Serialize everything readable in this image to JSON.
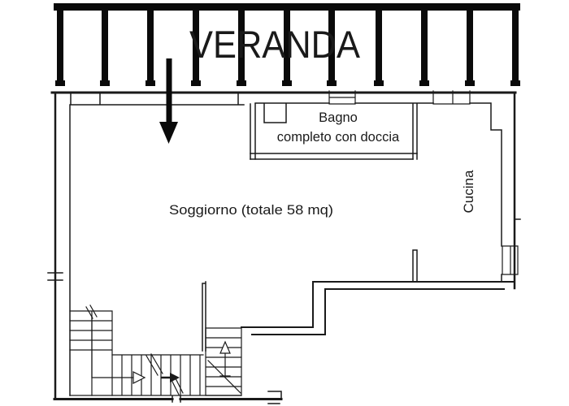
{
  "meta": {
    "type": "apartment-floor-plan",
    "background_color": "#ffffff",
    "line_color": "#1a1a1a"
  },
  "rooms": {
    "veranda": {
      "label": "VERANDA"
    },
    "bagno": {
      "label_line1": "Bagno",
      "label_line2": "completo con doccia"
    },
    "soggiorno": {
      "label": "Soggiorno (totale 58 mq)"
    },
    "cucina": {
      "label": "Cucina"
    }
  },
  "icons": {
    "entrance_arrow": "thick-down-arrow",
    "stair_direction_up": "up-arrow-outline",
    "stair_direction_right": "right-arrow",
    "stair_break_marks": "double-slash"
  }
}
